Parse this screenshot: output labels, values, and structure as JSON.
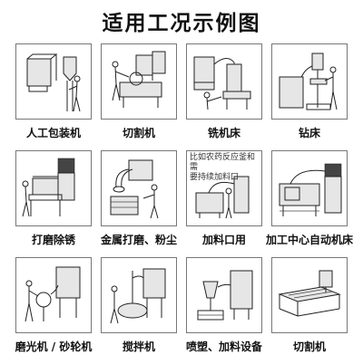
{
  "title": "适用工况示例图",
  "items": [
    {
      "label": "人工包装机",
      "icon": "worker-packaging-machine-illustration"
    },
    {
      "label": "切割机",
      "icon": "worker-cutting-machine-illustration"
    },
    {
      "label": "铣机床",
      "icon": "milling-machine-illustration"
    },
    {
      "label": "钻床",
      "icon": "drilling-machine-illustration"
    },
    {
      "label": "打磨除锈",
      "icon": "grinding-rust-removal-illustration"
    },
    {
      "label": "金属打磨、粉尘",
      "icon": "metal-grinding-dust-illustration"
    },
    {
      "label": "加料口用",
      "icon": "feeding-port-illustration",
      "overlay": [
        "比如农药反应釜和需",
        "要持续加料口"
      ]
    },
    {
      "label": "加工中心自动机床",
      "icon": "machining-center-illustration"
    },
    {
      "label": "磨光机 / 砂轮机",
      "icon": "polishing-grinder-illustration"
    },
    {
      "label": "搅拌机",
      "icon": "mixer-machine-illustration"
    },
    {
      "label": "喷塑、加料设备",
      "icon": "spray-feeding-equipment-illustration"
    },
    {
      "label": "切割机",
      "icon": "cutting-table-illustration"
    }
  ]
}
